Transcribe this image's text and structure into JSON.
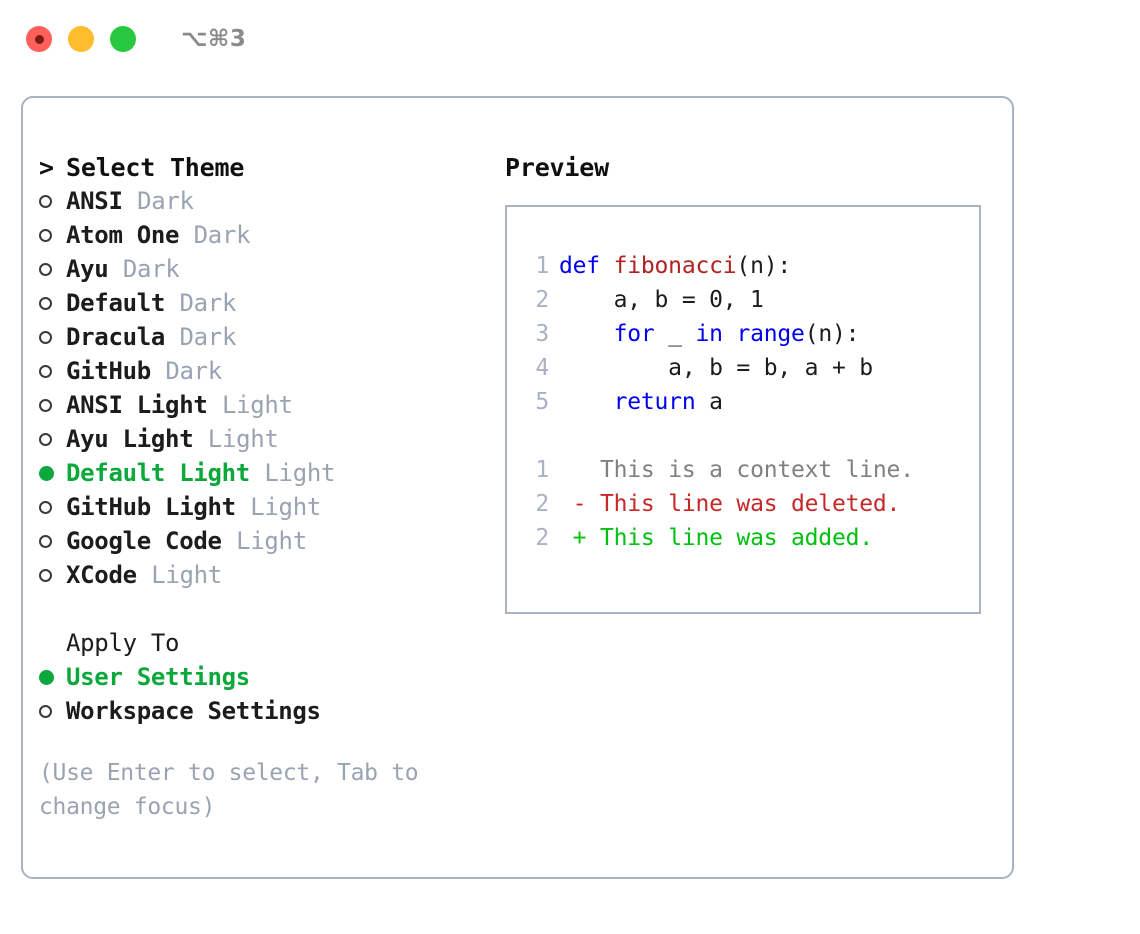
{
  "window": {
    "shortcut": "⌥⌘3",
    "traffic_lights": [
      {
        "name": "close",
        "color": "#ff6059"
      },
      {
        "name": "minimize",
        "color": "#ffbd2e"
      },
      {
        "name": "maximize",
        "color": "#28c840"
      }
    ]
  },
  "colors": {
    "selected_green": "#0ca83c",
    "tag_gray": "#9aa3b2",
    "border": "#a8b2c1",
    "keyword_blue": "#0000ee",
    "function_red": "#b22222",
    "diff_delete": "#c62828",
    "diff_add": "#00c010",
    "diff_context": "#808080"
  },
  "theme_section": {
    "caret": ">",
    "title": "Select Theme",
    "bullet_unselected": "o",
    "bullet_selected": "●",
    "items": [
      {
        "name": "ANSI",
        "tag": "Dark",
        "selected": false
      },
      {
        "name": "Atom One",
        "tag": "Dark",
        "selected": false
      },
      {
        "name": "Ayu",
        "tag": "Dark",
        "selected": false
      },
      {
        "name": "Default",
        "tag": "Dark",
        "selected": false
      },
      {
        "name": "Dracula",
        "tag": "Dark",
        "selected": false
      },
      {
        "name": "GitHub",
        "tag": "Dark",
        "selected": false
      },
      {
        "name": "ANSI Light",
        "tag": "Light",
        "selected": false
      },
      {
        "name": "Ayu Light",
        "tag": "Light",
        "selected": false
      },
      {
        "name": "Default Light",
        "tag": "Light",
        "selected": true
      },
      {
        "name": "GitHub Light",
        "tag": "Light",
        "selected": false
      },
      {
        "name": "Google Code",
        "tag": "Light",
        "selected": false
      },
      {
        "name": "XCode",
        "tag": "Light",
        "selected": false
      }
    ]
  },
  "apply_to_section": {
    "title": "Apply To",
    "items": [
      {
        "name": "User Settings",
        "selected": true
      },
      {
        "name": "Workspace Settings",
        "selected": false
      }
    ]
  },
  "hint": "(Use Enter to select, Tab to change focus)",
  "preview": {
    "title": "Preview",
    "code_lines": [
      {
        "no": "1",
        "tokens": [
          {
            "t": "def ",
            "c": "kw"
          },
          {
            "t": "fibonacci",
            "c": "fn"
          },
          {
            "t": "(n):",
            "c": "pl"
          }
        ]
      },
      {
        "no": "2",
        "tokens": [
          {
            "t": "    a, b = 0, 1",
            "c": "pl"
          }
        ]
      },
      {
        "no": "3",
        "tokens": [
          {
            "t": "    ",
            "c": "pl"
          },
          {
            "t": "for",
            "c": "kw"
          },
          {
            "t": " _ ",
            "c": "pl"
          },
          {
            "t": "in",
            "c": "kw"
          },
          {
            "t": " ",
            "c": "pl"
          },
          {
            "t": "range",
            "c": "kw"
          },
          {
            "t": "(n):",
            "c": "pl"
          }
        ]
      },
      {
        "no": "4",
        "tokens": [
          {
            "t": "        a, b = b, a + b",
            "c": "pl"
          }
        ]
      },
      {
        "no": "5",
        "tokens": [
          {
            "t": "    ",
            "c": "pl"
          },
          {
            "t": "return",
            "c": "kw"
          },
          {
            "t": " a",
            "c": "pl"
          }
        ]
      }
    ],
    "diff_lines": [
      {
        "no": "1",
        "marker": " ",
        "text": "This is a context line.",
        "kind": "ctx"
      },
      {
        "no": "2",
        "marker": "-",
        "text": "This line was deleted.",
        "kind": "del"
      },
      {
        "no": "2",
        "marker": "+",
        "text": "This line was added.",
        "kind": "add"
      }
    ]
  }
}
